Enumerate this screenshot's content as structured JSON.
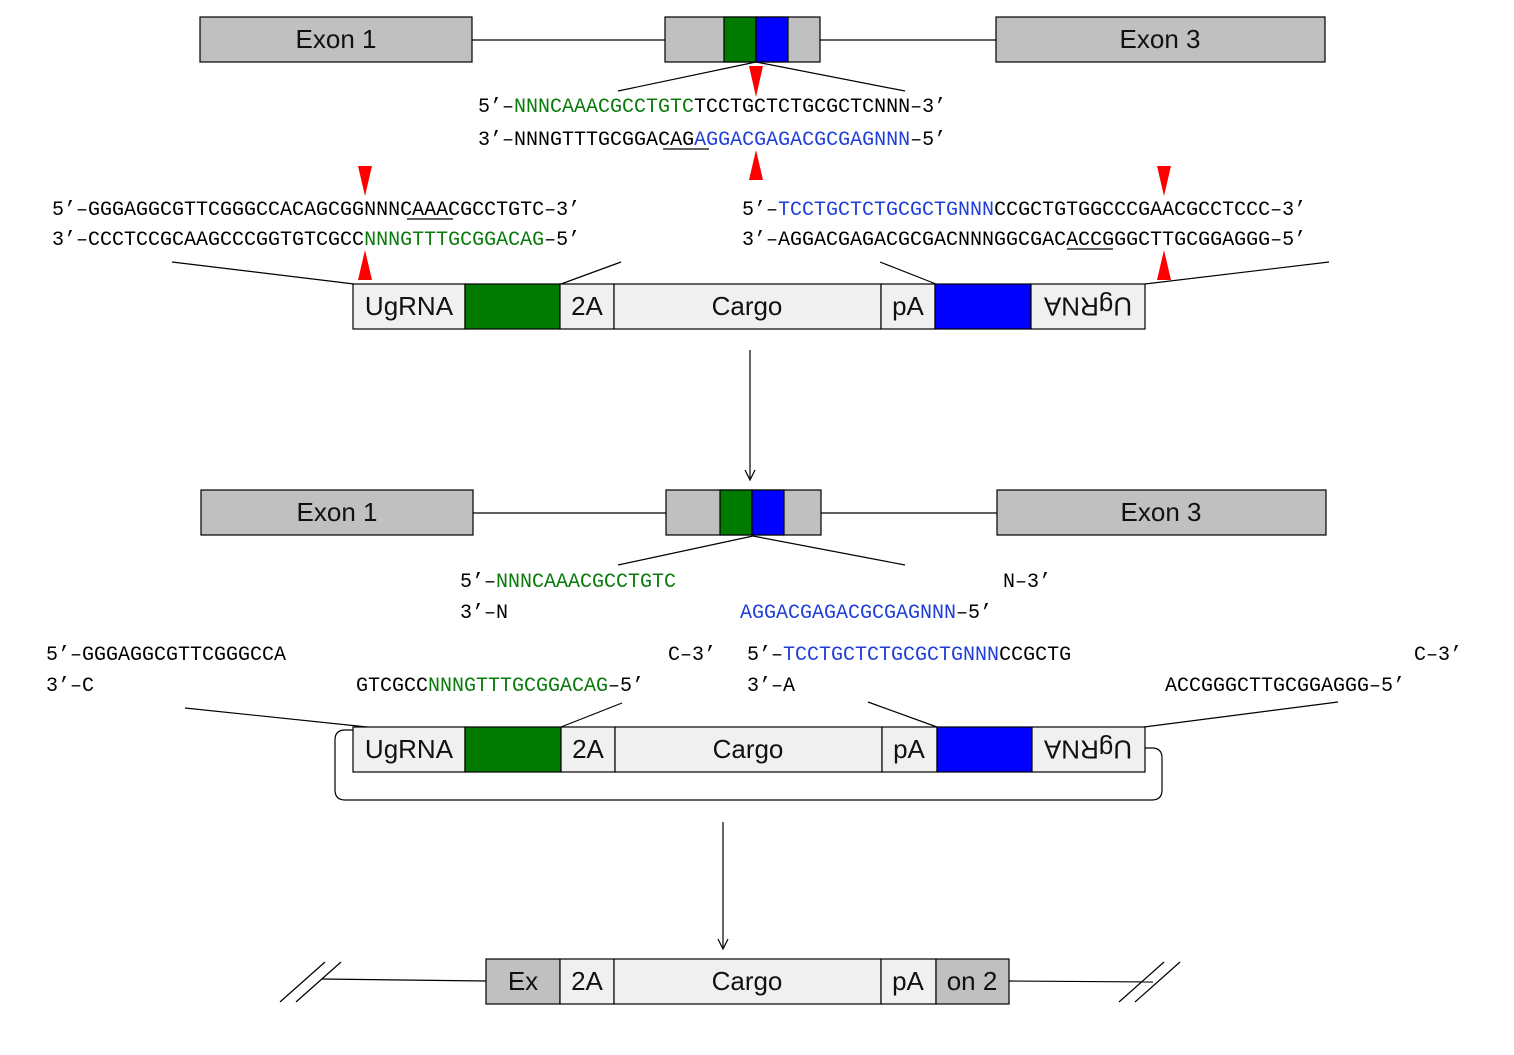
{
  "colors": {
    "green": "#007a00",
    "blue": "#0000ff",
    "exon": "#c0c0c0",
    "cassette": "#f0f0f0",
    "cut_marker": "#ff0000"
  },
  "top": {
    "exon1_label": "Exon 1",
    "exon3_label": "Exon 3",
    "target": {
      "top_prefix": "5’–",
      "top_green": "NNNCAAACGCCTGTC",
      "top_black": "TCCTGCTCTGCGCTCNNN",
      "top_suffix": "–3’",
      "bot_prefix": "3’–",
      "bot_black1": "NNNGTTTGC",
      "bot_ul": "GGA",
      "bot_black2": "CAG",
      "bot_blue": "AGGACGAGACGCGAGNNN",
      "bot_suffix": "–5’"
    },
    "left_arm": {
      "top_a": "5’–GGGAGGCGTTCGGGCCACAG",
      "top_ul": "CGG",
      "top_b": "NNNCAAACGCCTGTC–3’",
      "bot_a": "3’–CCCTCCGCAAGCCCGGTGTCGCC",
      "bot_green": "NNNGTTTGCGGACAG",
      "bot_b": "–5’"
    },
    "right_arm": {
      "top_a": "5’–",
      "top_blue": "TCCTGCTCTGCGCTGNNN",
      "top_b": "CCGCTGTGGCCCGAACGCCTCCC–3’",
      "bot_a": "3’–AGGACGAGACGCGACNNN",
      "bot_ul": "GGC",
      "bot_b": "GACACCGGGCTTGCGGAGGG–5’"
    },
    "cassette": {
      "ugrna": "UgRNA",
      "p2a": "2A",
      "cargo": "Cargo",
      "pa": "pA",
      "ugrna_flipped": "UgRNA"
    }
  },
  "middle": {
    "exon1_label": "Exon 1",
    "exon3_label": "Exon 3",
    "target": {
      "top_prefix": "5’–",
      "top_green": "NNNCAAACGCCTGTC",
      "top_end": "N–3’",
      "bot_start": "3’–N",
      "bot_blue": "AGGACGAGACGCGAGNNN",
      "bot_suffix": "–5’"
    },
    "left_arm": {
      "top_a": "5’–GGGAGGCGTTCGGGCCA",
      "top_end": "C–3’",
      "bot_start": "3’–C",
      "bot_a": "GTCGCC",
      "bot_green": "NNNGTTTGCGGACAG",
      "bot_b": "–5’"
    },
    "right_arm": {
      "top_a": "5’–",
      "top_blue": "TCCTGCTCTGCGCTGNNN",
      "top_b": "CCGCTG",
      "top_end": "C–3’",
      "bot_start": "3’–A",
      "bot_b": "ACCGGGCTTGCGGAGGG–5’"
    },
    "cassette": {
      "ugrna": "UgRNA",
      "p2a": "2A",
      "cargo": "Cargo",
      "pa": "pA",
      "ugrna_flipped": "UgRNA"
    }
  },
  "bottom": {
    "ex": "Ex",
    "p2a": "2A",
    "cargo": "Cargo",
    "pa": "pA",
    "on2": "on 2"
  }
}
